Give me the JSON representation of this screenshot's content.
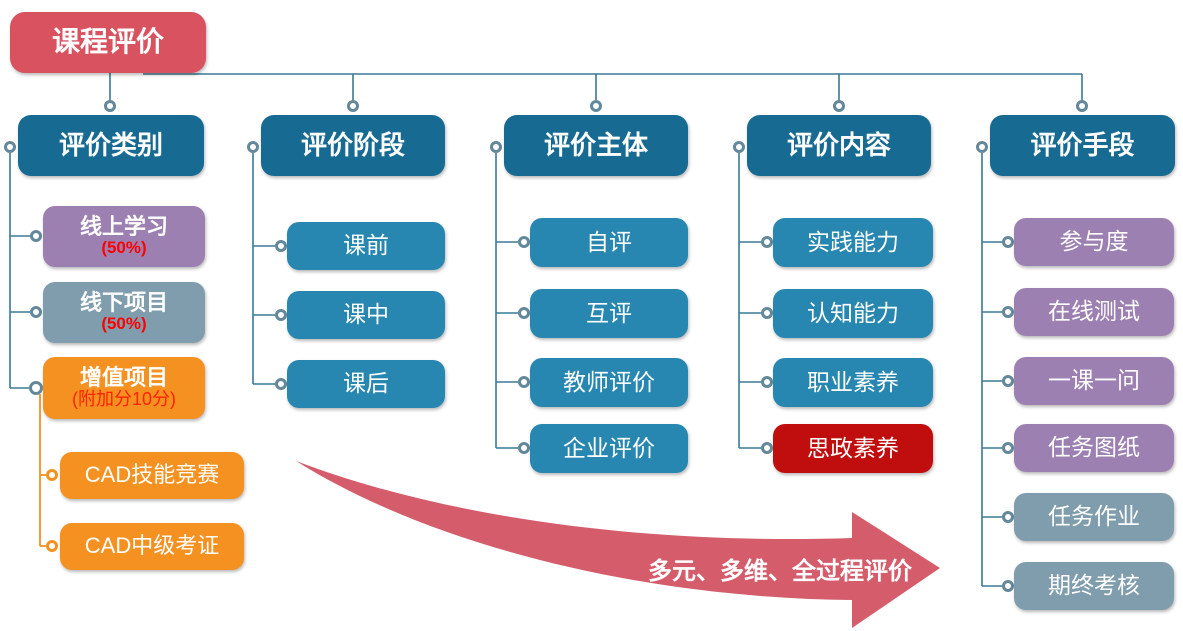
{
  "root": {
    "label": "课程评价"
  },
  "arrow": {
    "label": "多元、多维、全过程评价",
    "color": "#d45c6b"
  },
  "colors": {
    "root_red": "#d9525f",
    "header_blue": "#176a91",
    "item_blue": "#2787b0",
    "purple": "#9d80b2",
    "slate_gray": "#7f9dad",
    "orange": "#f59120",
    "red_node": "#c00d0d",
    "percent_red": "#ff0000",
    "connector_teal": "#3a7a93",
    "connector_ring": "#64889b"
  },
  "columns": [
    {
      "header": "评价类别",
      "items": [
        {
          "label": "线上学习",
          "sub": "(50%)"
        },
        {
          "label": "线下项目",
          "sub": "(50%)"
        },
        {
          "label": "增值项目",
          "sub": "(附加分10分)"
        },
        {
          "label": "CAD技能竞赛"
        },
        {
          "label": "CAD中级考证"
        }
      ]
    },
    {
      "header": "评价阶段",
      "items": [
        {
          "label": "课前"
        },
        {
          "label": "课中"
        },
        {
          "label": "课后"
        }
      ]
    },
    {
      "header": "评价主体",
      "items": [
        {
          "label": "自评"
        },
        {
          "label": "互评"
        },
        {
          "label": "教师评价"
        },
        {
          "label": "企业评价"
        }
      ]
    },
    {
      "header": "评价内容",
      "items": [
        {
          "label": "实践能力"
        },
        {
          "label": "认知能力"
        },
        {
          "label": "职业素养"
        },
        {
          "label": "思政素养"
        }
      ]
    },
    {
      "header": "评价手段",
      "items": [
        {
          "label": "参与度"
        },
        {
          "label": "在线测试"
        },
        {
          "label": "一课一问"
        },
        {
          "label": "任务图纸"
        },
        {
          "label": "任务作业"
        },
        {
          "label": "期终考核"
        }
      ]
    }
  ]
}
